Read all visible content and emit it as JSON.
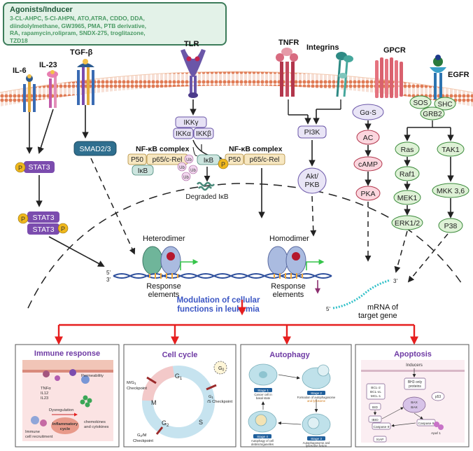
{
  "agonists": {
    "title": "Agonists/Inducer",
    "lines": [
      "3-CL-AHPC, 5-Cl-AHPN, ATO,ATRA, CDDO, DDA,",
      "diindolylmethane, GW3965, PMA, PTB derivative,",
      "RA, rapamycin,rolipram, SNDX-275, troglitazone,",
      "TZD18"
    ]
  },
  "receptors": {
    "il6": "IL-6",
    "il23": "IL-23",
    "tgfb": "TGF-β",
    "tlr": "TLR",
    "tnfr": "TNFR",
    "integrins": "Integrins",
    "gpcr": "GPCR",
    "egfr": "EGFR"
  },
  "pathway": {
    "stat3": "STAT3",
    "p": "P",
    "smad": "SMAD2/3",
    "ikkg": "IKKγ",
    "ikka": "IKKα",
    "ikkb": "IKKβ",
    "nfkb_complex": "NF-κB complex",
    "p50": "P50",
    "p65": "p65/c-Rel",
    "ikb": "IκB",
    "ub": "Ub",
    "degraded": "Degraded IκB",
    "pi3k": "PI3K",
    "akt1": "Akt/",
    "akt2": "PKB",
    "gas": "Gα-S",
    "ac": "AC",
    "camp": "cAMP",
    "pka": "PKA",
    "sos": "SOS",
    "shc": "SHC",
    "grb2": "GRB2",
    "ras": "Ras",
    "raf1": "Raf1",
    "mek1": "MEK1",
    "erk": "ERK1/2",
    "tak1": "TAK1",
    "mkk": "MKK 3,6",
    "p38": "P38"
  },
  "nucleus": {
    "heterodimer": "Heterodimer",
    "homodimer": "Homodimer",
    "response1a": "Response",
    "response1b": "elements",
    "response2a": "Response",
    "response2b": "elements",
    "mrna_a": "mRNA of",
    "mrna_b": "target gene",
    "five": "5'",
    "three": "3'",
    "five_b": "5'",
    "three_b": "3'"
  },
  "modulation": {
    "line1": "Modulation of cellular",
    "line2": "functions in leukemia"
  },
  "panels": {
    "immune": {
      "title": "Immune response",
      "tnf": "TNFα",
      "il12": "IL12",
      "il23": "IL23",
      "permeability": "Permeability",
      "dysregulation": "Dysregulation",
      "inflammatory1": "Inflammatory",
      "inflammatory2": "cycle",
      "chemo1": "chemokines",
      "chemo2": "and cytokines",
      "recruit1": "Immune",
      "recruit2": "cell recruitment"
    },
    "cellcycle": {
      "title": "Cell cycle",
      "g1": "G",
      "g1sub": "1",
      "g0": "G",
      "g0sub": "0",
      "s": "S",
      "g2": "G",
      "g2sub": "2",
      "m": "M",
      "m_g1_a": "M/G",
      "m_g1_b": "1",
      "m_g1_c": "Checkpoint",
      "g1s_a": "G",
      "g1s_b": "1",
      "g1s_c": "/S Checkpoint",
      "g2m_a": "G",
      "g2m_b": "2",
      "g2m_c": "/M",
      "g2m_d": "Checkpoint"
    },
    "autophagy": {
      "title": "Autophagy",
      "stage1": "Stage 1",
      "stage1_t1": "Cancer cell in",
      "stage1_t2": "basal state",
      "stage2": "Stage 2",
      "stage2_t1": "Formation of autophagosome",
      "stage2_t2": "and lysosome",
      "stage3": "Stage 3",
      "stage3_t1": "Autophagosome and",
      "stage3_t2": "lysosome fusion",
      "stage4": "Stage 4",
      "stage4_t1": "Autophagy of cell",
      "stage4_t2": "debris/organelles"
    },
    "apoptosis": {
      "title": "Apoptosis",
      "inducers": "Inducers",
      "bh3_1": "BH3 only",
      "bh3_2": "proteins",
      "bcl2": "BCL-2",
      "bclxl": "BCL-xL",
      "mcl1": "MCL-1",
      "bid": "BID",
      "tbid": "tBID",
      "bax": "BAX",
      "bak": "BAK",
      "p53": "p53",
      "casp9a": "Caspase 9",
      "casp9b": "Caspase 9",
      "apaf": "Apaf 1",
      "xiap": "XIAP"
    }
  },
  "colors": {
    "membrane": "#f2c9b0",
    "lipid_head": "#e07b55",
    "stat_purple": "#7b4cae",
    "stat_light": "#cfc0ee",
    "smad_blue": "#2f6f8f",
    "ikk_fill": "#e6e1f5",
    "nfkb_fill": "#f7e7c1",
    "ikb_fill": "#cde5df",
    "pathway_fill": "#e9e5f6",
    "gpcr_fill": "#fbd6de",
    "egfr_fill": "#def1d6",
    "arrow_red": "#e61e1e",
    "phospho": "#f0b81c",
    "dna_blue": "#2e4f9c",
    "dna_orange": "#f2a83a",
    "modulation_text": "#3b56c4"
  }
}
